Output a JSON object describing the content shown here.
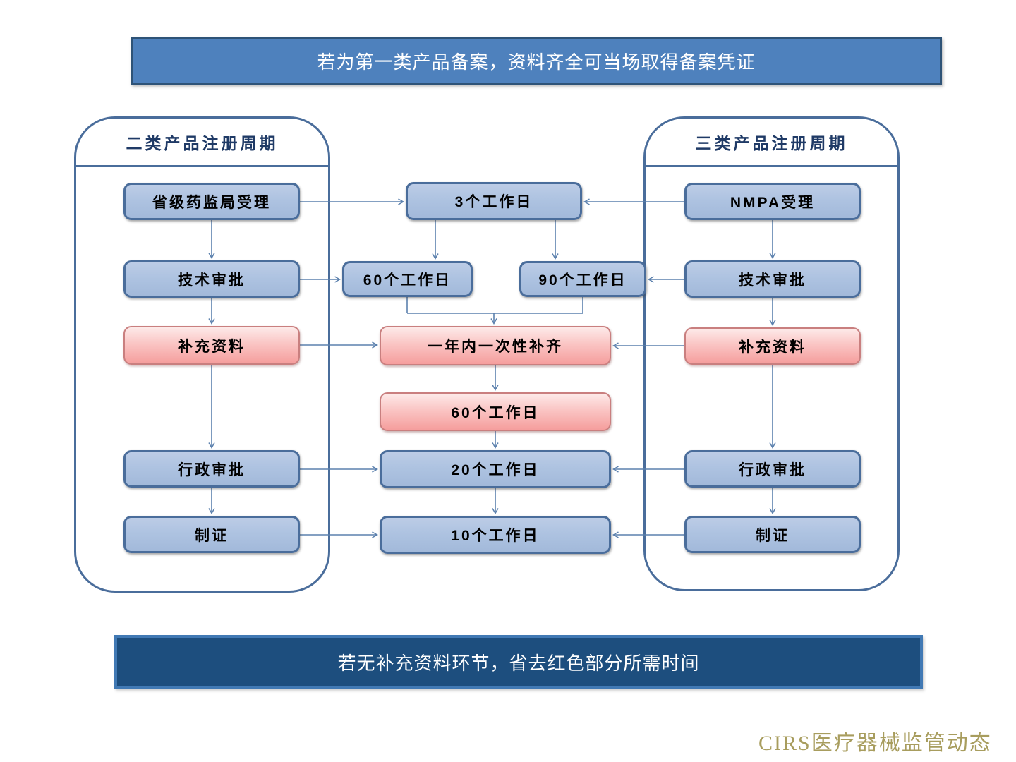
{
  "top_banner": {
    "text": "若为第一类产品备案，资料齐全可当场取得备案凭证"
  },
  "bottom_banner": {
    "text": "若无补充资料环节，省去红色部分所需时间"
  },
  "class2_panel": {
    "title": "二类产品注册周期",
    "steps": [
      "省级药监局受理",
      "技术审批",
      "补充资料",
      "行政审批",
      "制证"
    ]
  },
  "class3_panel": {
    "title": "三类产品注册周期",
    "steps": [
      "NMPA受理",
      "技术审批",
      "补充资料",
      "行政审批",
      "制证"
    ]
  },
  "timeline": {
    "acceptance_days": "3个工作日",
    "class2_tech_review_days": "60个工作日",
    "class3_tech_review_days": "90个工作日",
    "supplement_window": "一年内一次性补齐",
    "supplement_review_days": "60个工作日",
    "admin_approval_days": "20个工作日",
    "certificate_days": "10个工作日"
  },
  "watermark": {
    "text": "CIRS医疗器械监管动态"
  },
  "colors": {
    "banner_blue": "#4e81bd",
    "banner_dark_blue": "#1d4e7e",
    "box_blue_fill": "#aec3e1",
    "box_blue_border": "#4a6d9b",
    "box_pink_fill": "#f8b9b8",
    "box_pink_border": "#c97f7f",
    "connector": "#5b80ad",
    "watermark_gold": "#a89d5e"
  }
}
